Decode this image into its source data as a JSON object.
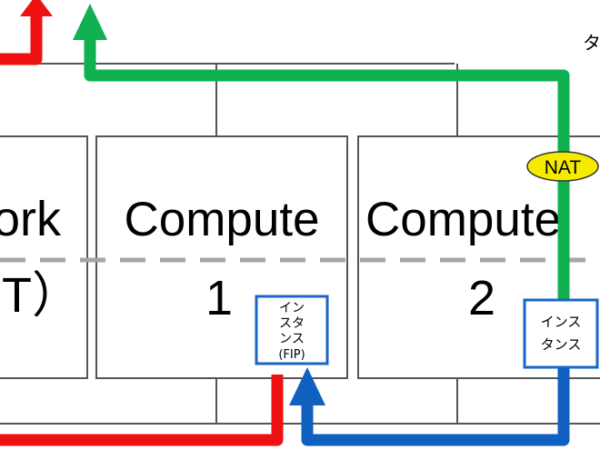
{
  "nodes": {
    "network": {
      "title": "ork",
      "subtitle": "T）"
    },
    "compute1": {
      "title": "Compute",
      "number": "1"
    },
    "compute2": {
      "title": "Compute",
      "number": "2"
    }
  },
  "instances": {
    "fip": {
      "line1": "イン",
      "line2": "スタ",
      "line3": "ンス",
      "line4": "(FIP)"
    },
    "nat": {
      "line1": "インス",
      "line2": "タンス"
    }
  },
  "badges": {
    "nat": "NAT"
  },
  "corner_text": "タ",
  "colors": {
    "red": "#ee1111",
    "green": "#11b050",
    "blue": "#1060c0",
    "box_blue": "#1a66c4",
    "nat_yellow": "#f5ea00",
    "dash_gray": "#a6a6a6",
    "line_gray": "#555555"
  }
}
